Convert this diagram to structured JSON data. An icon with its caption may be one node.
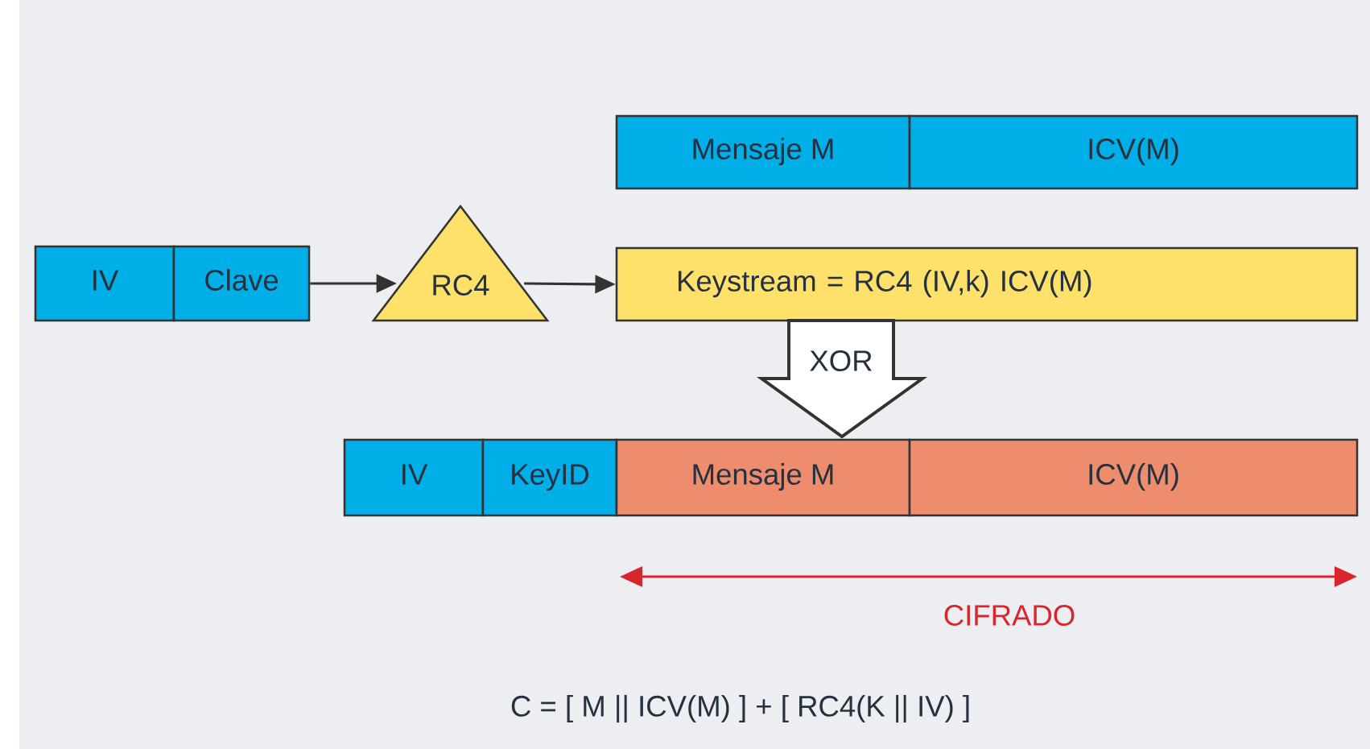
{
  "diagram": {
    "nodes": [
      {
        "text": [
          "IV"
        ]
      },
      {
        "text": [
          "Clave"
        ]
      },
      {
        "text": [
          "RC4"
        ]
      },
      {
        "text": [
          "Mensaje M"
        ]
      },
      {
        "text": [
          "ICV(M)"
        ]
      },
      {
        "text": [
          "Keystream = RC4 (IV,k) ICV(M)"
        ]
      },
      {
        "text": [
          "IV"
        ]
      },
      {
        "text": [
          "KeyID"
        ]
      },
      {
        "text": [
          "Mensaje M"
        ]
      },
      {
        "text": [
          "ICV(M)"
        ]
      }
    ],
    "edges": [
      {
        "from": 1,
        "to": 2,
        "arrow": "to"
      },
      {
        "from": 2,
        "to": 5,
        "arrow": "to"
      },
      {
        "from": 5,
        "to": 8,
        "arrow": "to",
        "label": "XOR",
        "style": "thick"
      }
    ],
    "labels": [
      "CIFRADO",
      "C = [ M || ICV(M) ] + [ RC4(K || IV) ]"
    ]
  }
}
